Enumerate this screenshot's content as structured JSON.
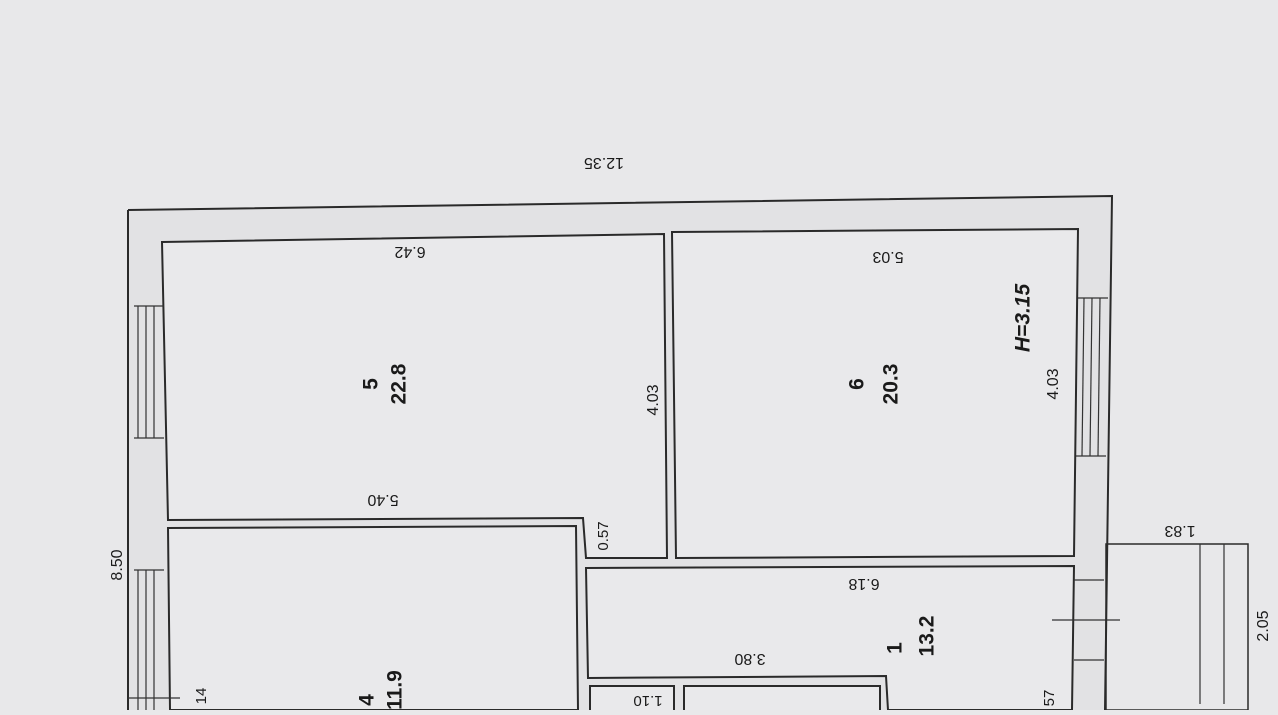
{
  "plan": {
    "overall_width": "12.35",
    "overall_depth": "8.50",
    "ceiling_height": "H=3.15",
    "rooms": [
      {
        "number": "5",
        "area": "22.8",
        "dim_top": "6.42",
        "dim_bottom": "5.40",
        "dim_side": "4.03"
      },
      {
        "number": "6",
        "area": "20.3",
        "dim_top": "5.03",
        "dim_side": "4.03"
      },
      {
        "number": "1",
        "area": "13.2",
        "dim_top": "6.18",
        "dim_bottom": "3.80",
        "dim_side": "0.57"
      },
      {
        "number": "4",
        "area": "11.9"
      }
    ],
    "balcony": {
      "width": "1.83",
      "depth": "2.05"
    },
    "misc_dims": {
      "left_offset": "0.57",
      "small_room": "1.10",
      "edge_label": "14",
      "bottom_right": "57"
    }
  }
}
